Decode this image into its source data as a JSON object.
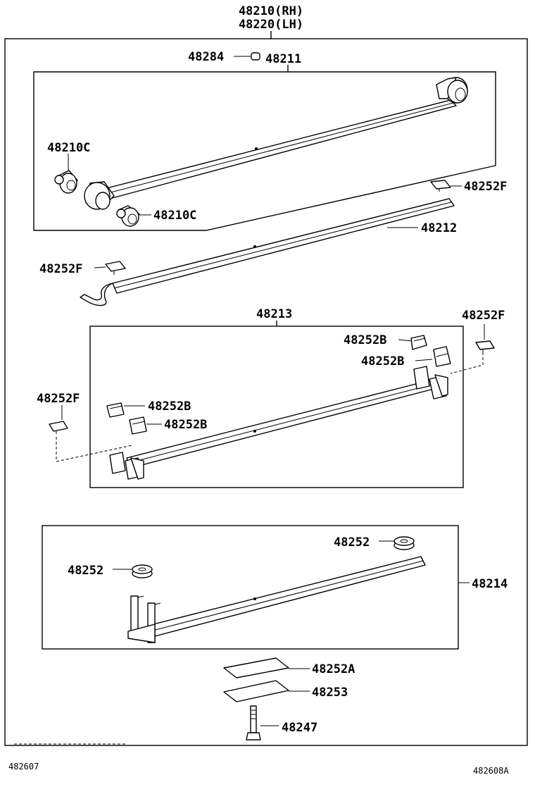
{
  "assembly": {
    "rh": "48210(RH)",
    "lh": "48220(LH)"
  },
  "parts": {
    "p48284": "48284",
    "p48211": "48211",
    "p48210c_top": "48210C",
    "p48210c_bottom": "48210C",
    "p48252f_right_top": "48252F",
    "p48212": "48212",
    "p48252f_left": "48252F",
    "p48213": "48213",
    "p48252f_right_mid": "48252F",
    "p48252b_1": "48252B",
    "p48252b_2": "48252B",
    "p48252f_left_mid": "48252F",
    "p48252b_3": "48252B",
    "p48252b_4": "48252B",
    "p48252_right": "48252",
    "p48252_left": "48252",
    "p48214": "48214",
    "p48252a": "48252A",
    "p48253": "48253",
    "p48247": "48247"
  },
  "captions": {
    "left": "482607",
    "right": "482608A"
  }
}
